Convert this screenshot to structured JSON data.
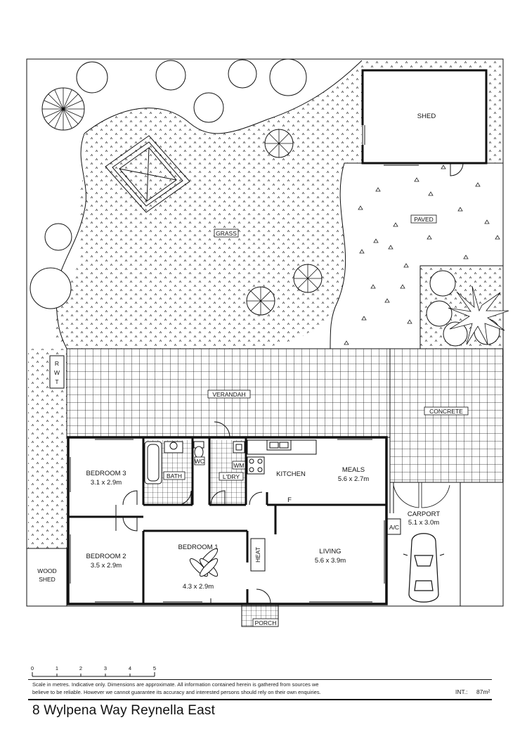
{
  "plan": {
    "areas": {
      "grass": "GRASS",
      "paved": "PAVED",
      "shed": "SHED",
      "verandah": "VERANDAH",
      "concrete": "CONCRETE",
      "rwt": [
        "R",
        "W",
        "T"
      ],
      "wood_shed": [
        "WOOD",
        "SHED"
      ],
      "porch": "PORCH"
    },
    "rooms": {
      "bedroom3": {
        "name": "BEDROOM 3",
        "dims": "3.1 x 2.9m"
      },
      "bedroom2": {
        "name": "BEDROOM 2",
        "dims": "3.5 x 2.9m"
      },
      "bedroom1": {
        "name": "BEDROOM 1",
        "dims": "4.3 x 2.9m"
      },
      "bath": "BATH",
      "wc": "WC",
      "ldry": "L'DRY",
      "wm": "WM",
      "kitchen": "KITCHEN",
      "meals": {
        "name": "MEALS",
        "dims": "5.6 x 2.7m"
      },
      "living": {
        "name": "LIVING",
        "dims": "5.6 x 3.9m"
      },
      "heat": "HEAT",
      "fridge": "F",
      "carport": {
        "name": "CARPORT",
        "dims": "5.1 x 3.0m"
      },
      "ac": "A/C"
    }
  },
  "scale": {
    "ticks": [
      "0",
      "1",
      "2",
      "3",
      "4",
      "5"
    ]
  },
  "footer": {
    "disclaimer_line1": "Scale in metres. Indicative only. Dimensions are approximate. All information contained herein is gathered from sources we",
    "disclaimer_line2": "believe to be reliable. However we cannot guarantee its accuracy and interested persons should rely on their own enquiries.",
    "int_label": "INT.:",
    "int_value": "87m²",
    "address": "8 Wylpena Way Reynella East"
  }
}
